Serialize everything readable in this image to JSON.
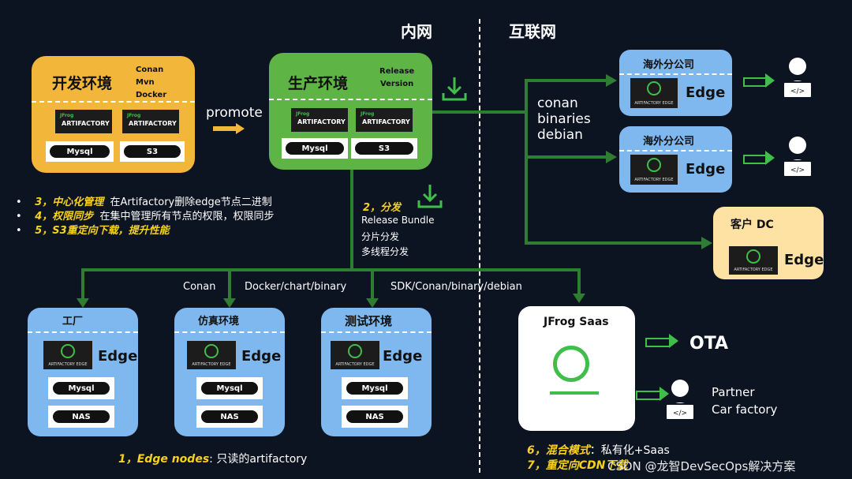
{
  "header": {
    "intranet": "内网",
    "internet": "互联网"
  },
  "dev": {
    "title": "开发环境",
    "tools": "Conan\nMvn\nDocker",
    "art1": "ARTIFACTORY",
    "art2": "ARTIFACTORY",
    "sm": "JFrog",
    "db1": "Mysql",
    "db2": "S3"
  },
  "promote": "promote",
  "prod": {
    "title": "生产环境",
    "tag": "Release\nVersion",
    "art1": "ARTIFACTORY",
    "art2": "ARTIFACTORY",
    "sm": "JFrog",
    "db1": "Mysql",
    "db2": "S3"
  },
  "branch_labels": {
    "lines": [
      "conan",
      "binaries",
      "debian"
    ]
  },
  "overseas": [
    {
      "title": "海外分公司",
      "edge": "Edge",
      "cap": "ARTIFACTORY EDGE"
    },
    {
      "title": "海外分公司",
      "edge": "Edge",
      "cap": "ARTIFACTORY EDGE"
    }
  ],
  "customer": {
    "title": "客户 DC",
    "edge": "Edge",
    "cap": "ARTIFACTORY EDGE"
  },
  "notes": [
    {
      "head": "3，中心化管理",
      "text": "在Artifactory删除edge节点二进制"
    },
    {
      "head": "4，权限同步",
      "text": "在集中管理所有节点的权限，权限同步"
    },
    {
      "head": "5，S3重定向下载，提升性能",
      "text": ""
    }
  ],
  "dist": {
    "head": "2，分发",
    "lines": [
      "Release Bundle",
      "分片分发",
      "多线程分发"
    ]
  },
  "conn_labels": {
    "a": "Conan",
    "b": "Docker/chart/binary",
    "c": "SDK/Conan/binary/debian"
  },
  "edge_nodes": [
    {
      "title": "工厂",
      "edge": "Edge",
      "cap": "ARTIFACTORY EDGE",
      "db1": "Mysql",
      "db2": "NAS"
    },
    {
      "title": "仿真环境",
      "edge": "Edge",
      "cap": "ARTIFACTORY EDGE",
      "db1": "Mysql",
      "db2": "NAS"
    },
    {
      "title": "测试环境",
      "edge": "Edge",
      "cap": "ARTIFACTORY EDGE",
      "db1": "Mysql",
      "db2": "NAS"
    }
  ],
  "saas": {
    "title": "JFrog Saas",
    "ota": "OTA",
    "partner": "Partner",
    "car": "Car factory"
  },
  "footer": {
    "edge_head": "1，Edge nodes",
    "edge_text": ": 只读的artifactory",
    "mode_head": "6，混合模式",
    "mode_text": "：私有化+Saas",
    "cdn_head": "7，重定向CDN下载",
    "watermark": "CSDN @龙智DevSecOps解决方案"
  }
}
